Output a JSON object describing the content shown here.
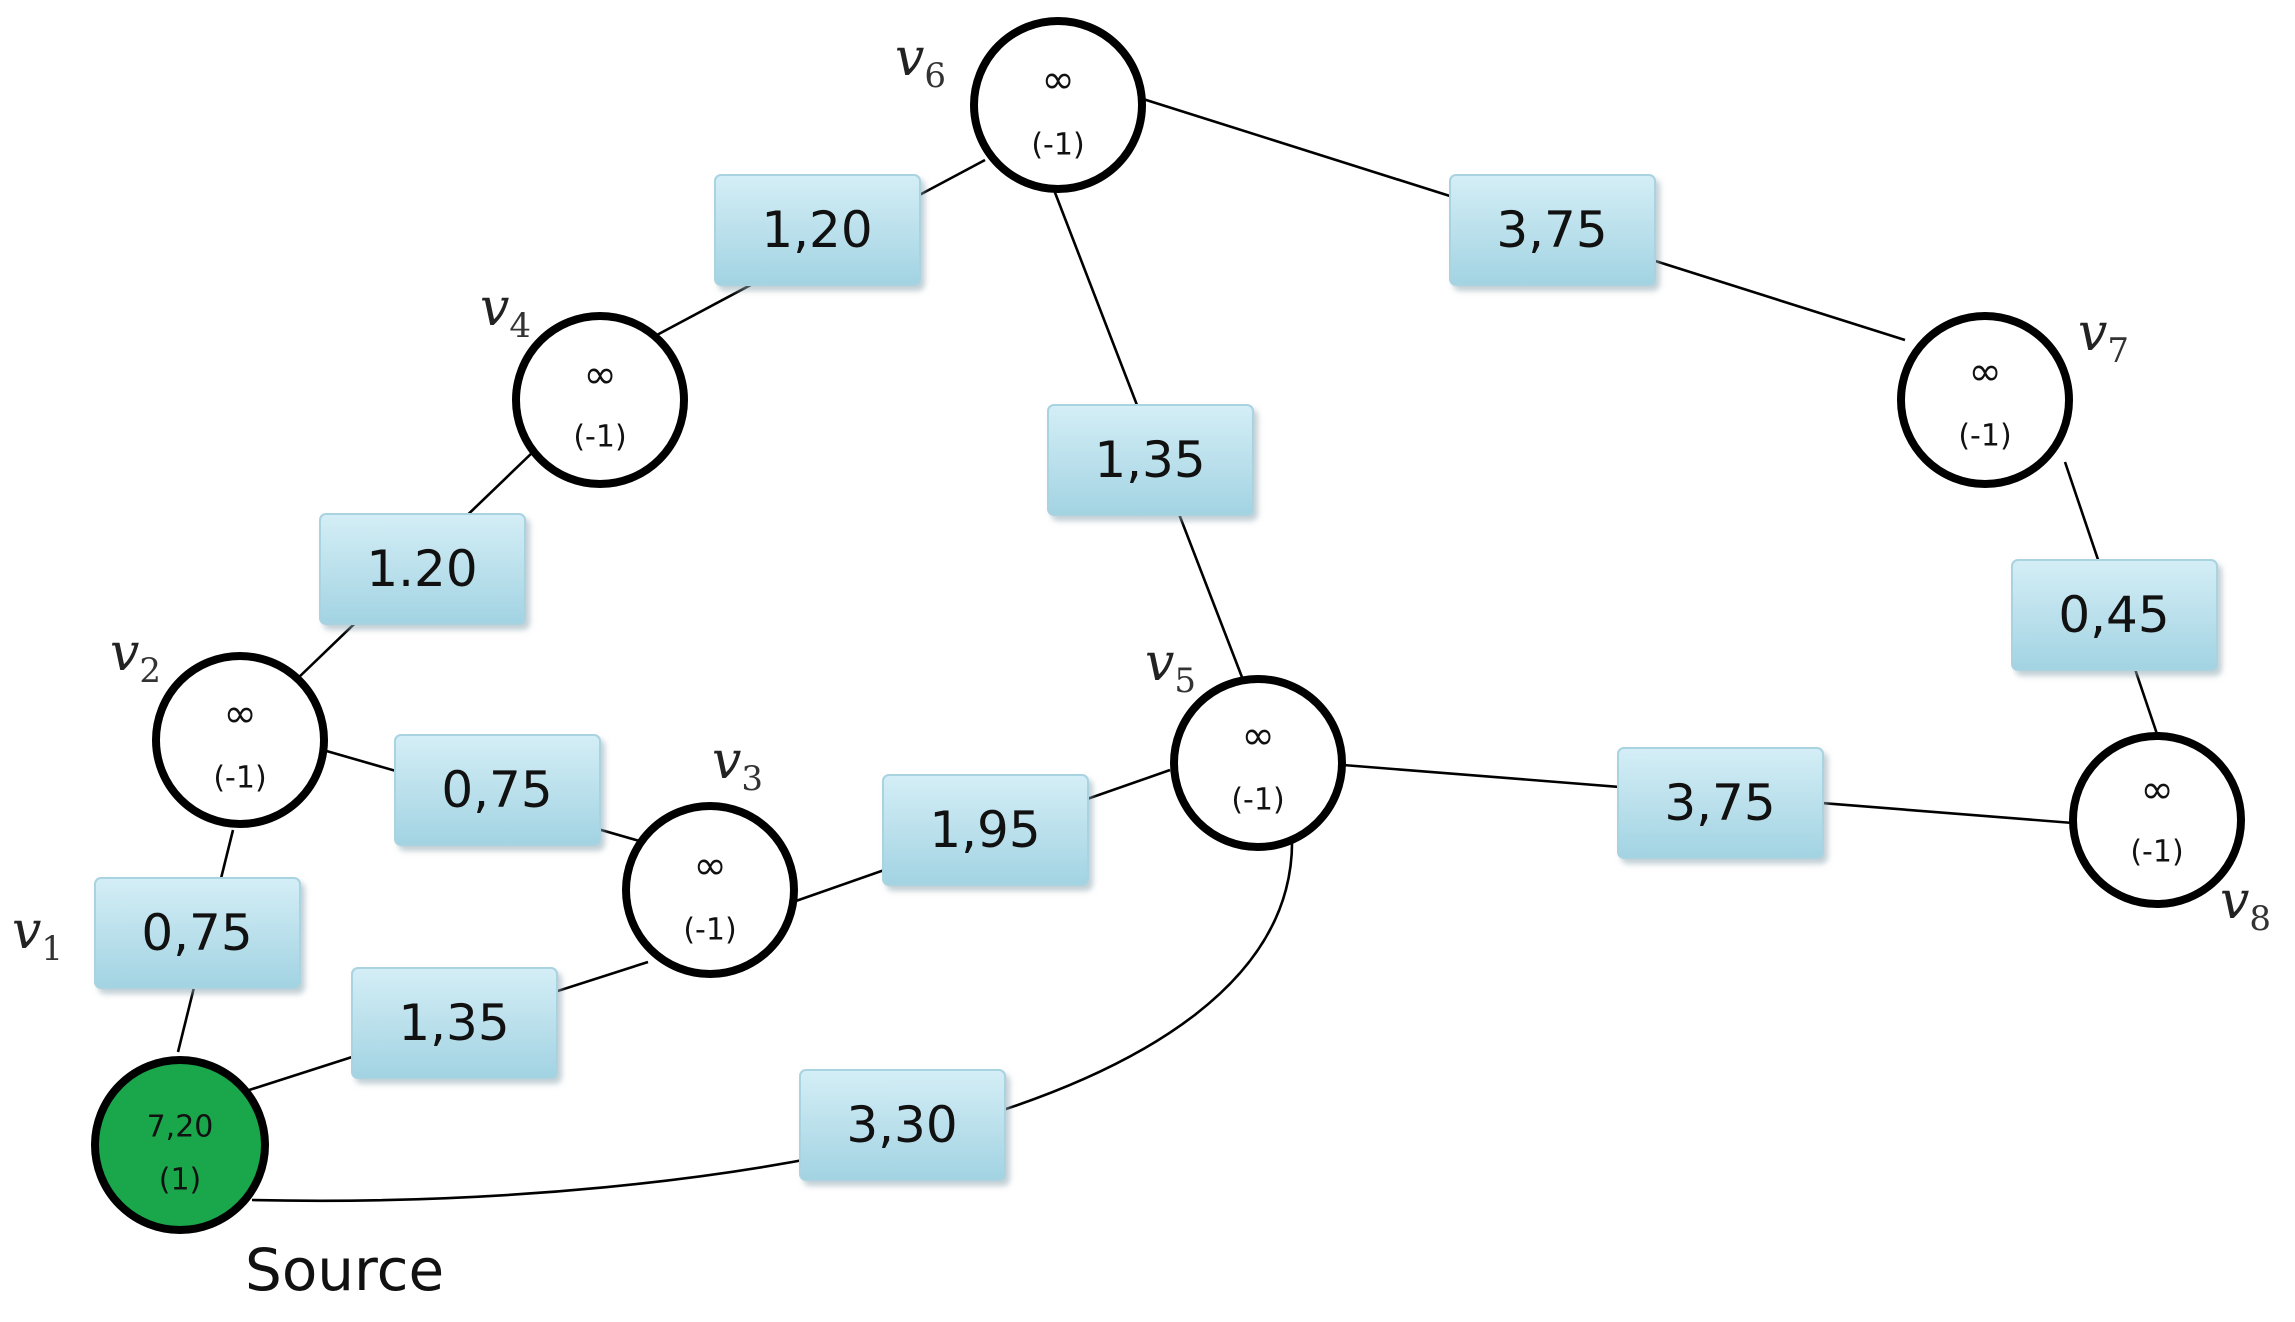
{
  "caption": "Source",
  "nodes": [
    {
      "id": "source",
      "top": "7,20",
      "bottom": "(1)",
      "fill": "#1aa64a",
      "label": "",
      "sub": ""
    },
    {
      "id": "v1",
      "top": "",
      "bottom": "",
      "fill": "",
      "label": "v",
      "sub": "1"
    },
    {
      "id": "v2",
      "top": "∞",
      "bottom": "(-1)",
      "fill": "#ffffff",
      "label": "v",
      "sub": "2"
    },
    {
      "id": "v3",
      "top": "∞",
      "bottom": "(-1)",
      "fill": "#ffffff",
      "label": "v",
      "sub": "3"
    },
    {
      "id": "v4",
      "top": "∞",
      "bottom": "(-1)",
      "fill": "#ffffff",
      "label": "v",
      "sub": "4"
    },
    {
      "id": "v5",
      "top": "∞",
      "bottom": "(-1)",
      "fill": "#ffffff",
      "label": "v",
      "sub": "5"
    },
    {
      "id": "v6",
      "top": "∞",
      "bottom": "(-1)",
      "fill": "#ffffff",
      "label": "v",
      "sub": "6"
    },
    {
      "id": "v7",
      "top": "∞",
      "bottom": "(-1)",
      "fill": "#ffffff",
      "label": "v",
      "sub": "7"
    },
    {
      "id": "v8",
      "top": "∞",
      "bottom": "(-1)",
      "fill": "#ffffff",
      "label": "v",
      "sub": "8"
    }
  ],
  "edges": [
    {
      "from": "source",
      "to": "v2",
      "weight": "0,75"
    },
    {
      "from": "source",
      "to": "v3",
      "weight": "1,35"
    },
    {
      "from": "source",
      "to": "v5",
      "weight": "3,30"
    },
    {
      "from": "v2",
      "to": "v4",
      "weight": "1.20"
    },
    {
      "from": "v2",
      "to": "v3",
      "weight": "0,75"
    },
    {
      "from": "v4",
      "to": "v6",
      "weight": "1,20"
    },
    {
      "from": "v3",
      "to": "v5",
      "weight": "1,95"
    },
    {
      "from": "v6",
      "to": "v5",
      "weight": "1,35"
    },
    {
      "from": "v6",
      "to": "v7",
      "weight": "3,75"
    },
    {
      "from": "v7",
      "to": "v8",
      "weight": "0,45"
    },
    {
      "from": "v5",
      "to": "v8",
      "weight": "3,75"
    }
  ],
  "colors": {
    "box_top": "#d2edf5",
    "box_bottom": "#9fd1e0",
    "source_fill": "#1aa64a"
  }
}
